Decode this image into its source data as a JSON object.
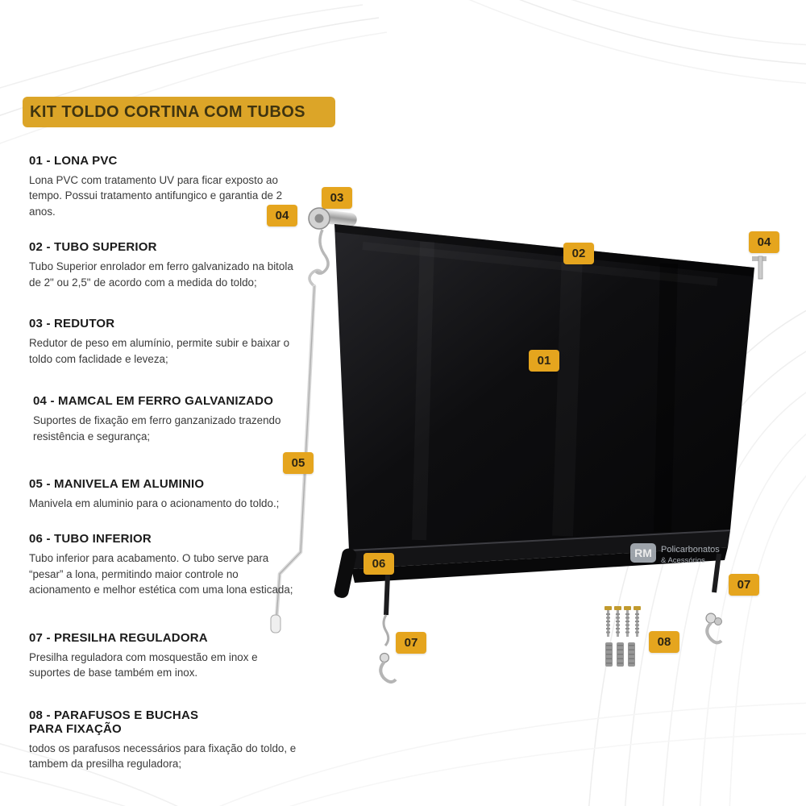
{
  "page": {
    "title": "KIT TOLDO CORTINA COM TUBOS"
  },
  "items": [
    {
      "heading": "01 - LONA PVC",
      "body": "Lona PVC com tratamento UV para ficar exposto ao tempo. Possui tratamento antifungico e garantia de 2 anos."
    },
    {
      "heading": "02 - TUBO SUPERIOR",
      "body": "Tubo Superior enrolador em ferro galvanizado na bitola de 2\" ou 2,5\" de acordo com a medida do toldo;"
    },
    {
      "heading": "03 - REDUTOR",
      "body": "Redutor de peso em alumínio, permite subir e baixar o toldo com faclidade e leveza;"
    },
    {
      "heading": "04 - MAMCAL  EM FERRO GALVANIZADO",
      "body": "Suportes de fixação em ferro ganzanizado trazendo resistência e segurança;"
    },
    {
      "heading": "05 - MANIVELA EM ALUMINIO",
      "body": "Manivela em aluminio para o acionamento do toldo.;"
    },
    {
      "heading": "06 - TUBO INFERIOR",
      "body": "Tubo inferior para acabamento. O tubo serve para “pesar” a lona, permitindo maior controle no acionamento e melhor estética com uma lona esticada;"
    },
    {
      "heading": "07 - PRESILHA REGULADORA",
      "body": "Presilha reguladora com mosquestão em inox e suportes de base também em inox."
    },
    {
      "heading": "08 - PARAFUSOS E BUCHAS PARA FIXAÇÃO",
      "body": "todos os parafusos necessários para fixação do toldo, e tambem da presilha reguladora;"
    }
  ],
  "callouts": [
    {
      "label": "03"
    },
    {
      "label": "04"
    },
    {
      "label": "02"
    },
    {
      "label": "04"
    },
    {
      "label": "01"
    },
    {
      "label": "05"
    },
    {
      "label": "06"
    },
    {
      "label": "07"
    },
    {
      "label": "07"
    },
    {
      "label": "08"
    }
  ],
  "watermark": {
    "logo": "RM",
    "line1": "Policarbonatos",
    "line2": "& Acessórios"
  },
  "colors": {
    "accent": "#E5A51E",
    "title_bg": "#DCA528",
    "badge_text": "#2B2414",
    "canvas_black": "#0E0E10"
  }
}
